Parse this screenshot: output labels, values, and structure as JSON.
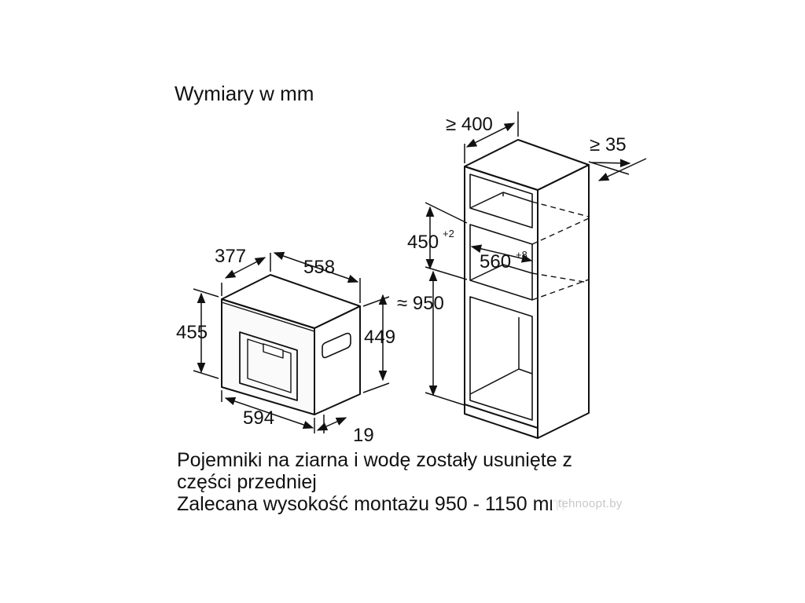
{
  "heading": "Wymiary w mm",
  "appliance": {
    "depth_top": "377",
    "depth_side": "558",
    "height_front": "455",
    "height_side": "449",
    "width": "594",
    "front_thickness": "19"
  },
  "cabinet": {
    "depth": "≥ 400",
    "gap": "≥ 35",
    "niche_height": "450",
    "niche_height_tolerance": "+2",
    "niche_width": "560",
    "niche_width_tolerance": "+8",
    "mounting_height": "≈ 950"
  },
  "notes": {
    "line1": "Pojemniki na ziarna i wodę zostały usunięte z",
    "line2": "części przedniej",
    "line3": "Zalecana wysokość montażu 950 - 1150 mm"
  },
  "watermark": "tehnoopt.by"
}
